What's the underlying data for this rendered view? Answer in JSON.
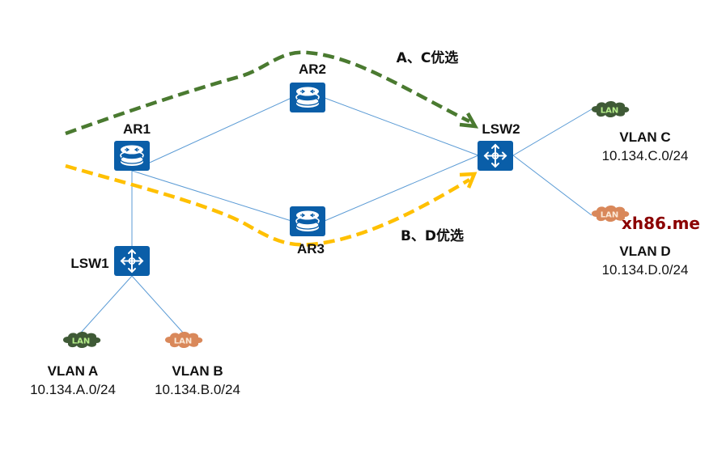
{
  "title": "Network topology: route preference via AR2 / AR3",
  "colors": {
    "device_fill": "#0a5ea8",
    "device_glyph": "#ffffff",
    "link": "#5b9bd5",
    "path_ac": "#4a7a30",
    "path_bd": "#ffc000",
    "lan_green": "#3f5a36",
    "lan_green_text": "#b6ee8a",
    "lan_orange": "#d9885a",
    "lan_orange_text": "#fbe9d7",
    "watermark": "#8b0000"
  },
  "devices": {
    "ar1": {
      "label": "AR1",
      "type": "router-icon"
    },
    "ar2": {
      "label": "AR2",
      "type": "router-icon"
    },
    "ar3": {
      "label": "AR3",
      "type": "router-icon"
    },
    "lsw1": {
      "label": "LSW1",
      "type": "switch-icon"
    },
    "lsw2": {
      "label": "LSW2",
      "type": "switch-icon"
    }
  },
  "lans": {
    "a": {
      "badge": "LAN",
      "name": "VLAN A",
      "subnet": "10.134.A.0/24",
      "color": "green"
    },
    "b": {
      "badge": "LAN",
      "name": "VLAN B",
      "subnet": "10.134.B.0/24",
      "color": "orange"
    },
    "c": {
      "badge": "LAN",
      "name": "VLAN C",
      "subnet": "10.134.C.0/24",
      "color": "green"
    },
    "d": {
      "badge": "LAN",
      "name": "VLAN D",
      "subnet": "10.134.D.0/24",
      "color": "orange"
    }
  },
  "links": [
    {
      "from": "AR1",
      "to": "AR2"
    },
    {
      "from": "AR1",
      "to": "AR3"
    },
    {
      "from": "AR1",
      "to": "LSW1"
    },
    {
      "from": "AR2",
      "to": "LSW2"
    },
    {
      "from": "AR3",
      "to": "LSW2"
    },
    {
      "from": "LSW1",
      "to": "VLAN A"
    },
    {
      "from": "LSW1",
      "to": "VLAN B"
    },
    {
      "from": "LSW2",
      "to": "VLAN C"
    },
    {
      "from": "LSW2",
      "to": "VLAN D"
    }
  ],
  "paths": {
    "ac": {
      "label": "A、C优选",
      "via": "AR2"
    },
    "bd": {
      "label": "B、D优选",
      "via": "AR3"
    }
  },
  "watermark": "xh86.me"
}
